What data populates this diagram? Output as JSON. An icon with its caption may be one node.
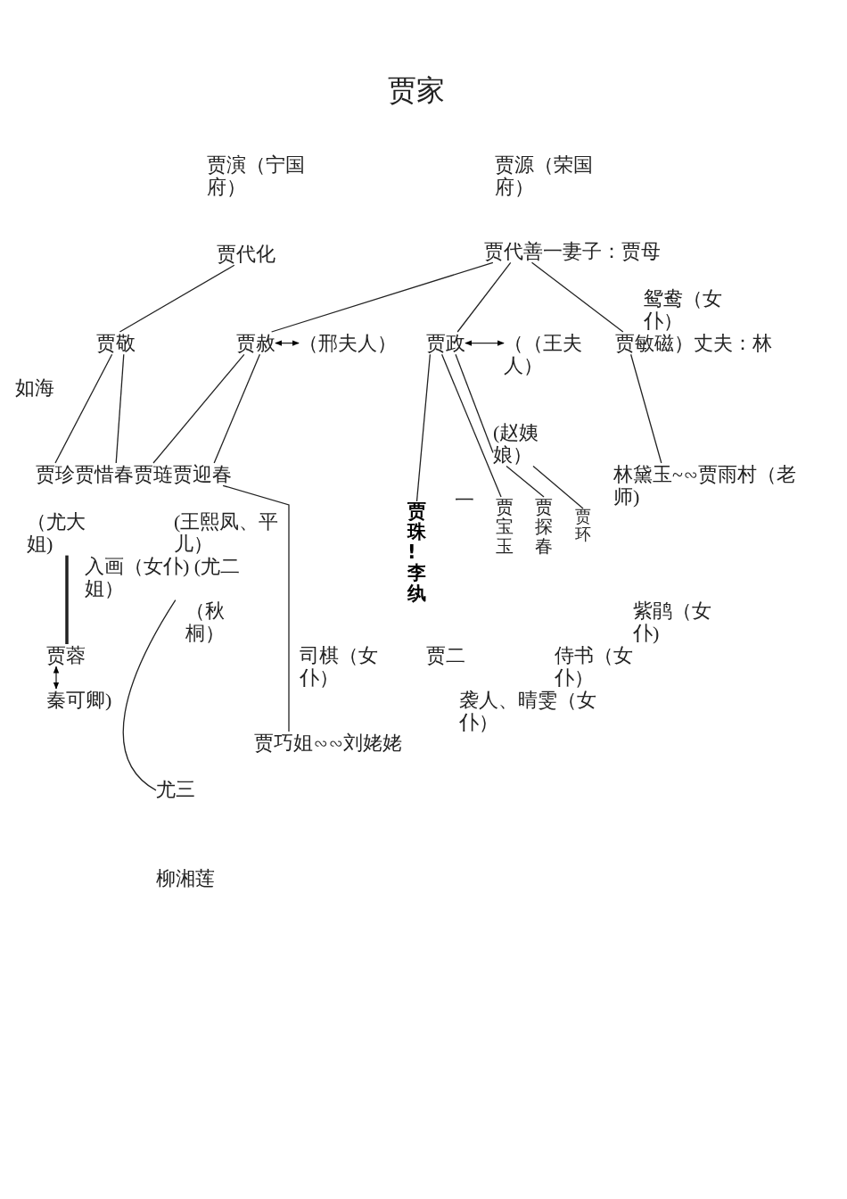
{
  "diagram": {
    "title": "贾家",
    "nodes": [
      {
        "text": [
          "贾代化"
        ]
      },
      {
        "text": [
          "贾代善一妻子：贾母"
        ]
      },
      {
        "text": [
          "贾敬"
        ]
      },
      {
        "text": [
          "贾赦"
        ]
      },
      {
        "text": [
          "（邢夫人）"
        ]
      },
      {
        "text": [
          "贾政"
        ]
      },
      {
        "text": [
          "（（王夫人）"
        ]
      },
      {
        "text": [
          "贾敏磁）丈夫：林"
        ]
      },
      {
        "text": [
          "(赵姨娘）"
        ]
      },
      {
        "text": [
          "贾珍"
        ]
      },
      {
        "text": [
          "贾惜春"
        ]
      },
      {
        "text": [
          "贾琏"
        ]
      },
      {
        "text": [
          "贾迎春"
        ]
      },
      {
        "text": [
          "林黛玉~∽贾雨村（老师)"
        ]
      },
      {
        "text": [
          "（尤大姐)"
        ]
      },
      {
        "text": [
          "入画（女仆) (尤二姐）"
        ]
      },
      {
        "text": [
          "贾珠!李纨"
        ]
      },
      {
        "text": [
          "贾宝玉"
        ]
      },
      {
        "text": [
          "贾探春"
        ]
      },
      {
        "text": [
          "贾环"
        ]
      },
      {
        "text": [
          "贾蓉"
        ]
      },
      {
        "text": [
          "秦可卿)"
        ]
      },
      {
        "text": [
          "贾巧姐∽∽刘姥姥"
        ]
      },
      {
        "text": [
          "尤三"
        ]
      }
    ],
    "edges": [
      {
        "from": 0,
        "to": 2,
        "arrow": "none"
      },
      {
        "from": 1,
        "to": 3,
        "arrow": "none"
      },
      {
        "from": 1,
        "to": 5,
        "arrow": "none"
      },
      {
        "from": 1,
        "to": 7,
        "arrow": "none"
      },
      {
        "from": 3,
        "to": 4,
        "arrow": "both"
      },
      {
        "from": 5,
        "to": 6,
        "arrow": "both"
      },
      {
        "from": 2,
        "to": 9,
        "arrow": "none"
      },
      {
        "from": 2,
        "to": 10,
        "arrow": "none"
      },
      {
        "from": 3,
        "to": 11,
        "arrow": "none"
      },
      {
        "from": 3,
        "to": 12,
        "arrow": "none"
      },
      {
        "from": 5,
        "to": 16,
        "arrow": "none"
      },
      {
        "from": 5,
        "to": 17,
        "arrow": "none"
      },
      {
        "from": 5,
        "to": 8,
        "arrow": "none"
      },
      {
        "from": 8,
        "to": 18,
        "arrow": "none"
      },
      {
        "from": 8,
        "to": 19,
        "arrow": "none"
      },
      {
        "from": 7,
        "to": 13,
        "arrow": "none"
      },
      {
        "from": 12,
        "to": 22,
        "arrow": "none"
      },
      {
        "from": 14,
        "to": 20,
        "arrow": "none",
        "style": "thick"
      },
      {
        "from": 20,
        "to": 21,
        "arrow": "both"
      },
      {
        "from": 15,
        "to": 23,
        "arrow": "none"
      }
    ],
    "labels": [
      "贾演（宁国府）",
      "贾源（荣国府）",
      "鸳鸯（女仆）",
      "如海",
      "(王熙凤、平儿）",
      "一",
      "（秋桐）",
      "紫鹃（女仆)",
      "司棋（女仆）",
      "贾二",
      "侍书（女仆）",
      "袭人、晴雯（女仆）",
      "柳湘莲"
    ]
  }
}
